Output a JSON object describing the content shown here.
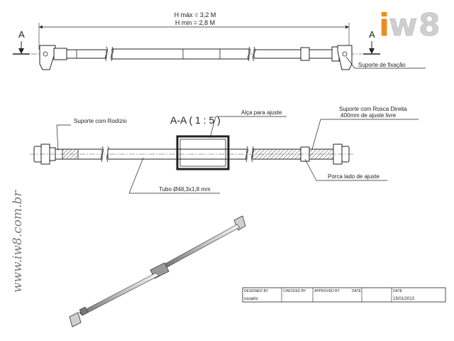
{
  "dimensions": {
    "h_max": "H máx = 3,2 M",
    "h_min": "H min  = 2,8 M"
  },
  "section_markers": {
    "left": "A",
    "right": "A"
  },
  "section_view": {
    "title": "A-A ( 1 : 5 )"
  },
  "callouts": {
    "suporte_fixacao": "Suporte de fixação",
    "suporte_rodizio": "Suporte com Rodízio",
    "alca_ajuste": "Alça para ajuste",
    "suporte_rosca_line1": "Suporte com Rosca Direita",
    "suporte_rosca_line2": "400mm de ajuste livre",
    "porca_ajuste": "Porca lado de ajuste",
    "tubo": "Tubo Ø48,3x1,8 mm"
  },
  "watermark": "www.iw8.com.br",
  "logo": {
    "text_i": "i",
    "text_w": "w",
    "text_8": "8",
    "colors": {
      "orange": "#f08a1c",
      "gray": "#cfcfcf"
    }
  },
  "title_block": {
    "designed_by_label": "DESIGNED BY",
    "designed_by_value": "usuario",
    "checked_by_label": "CHECKED BY",
    "approved_by_label": "APPROVED BY",
    "date_label_1": "DATE",
    "date_label_2": "DATE",
    "date_value": "15/01/2013"
  }
}
